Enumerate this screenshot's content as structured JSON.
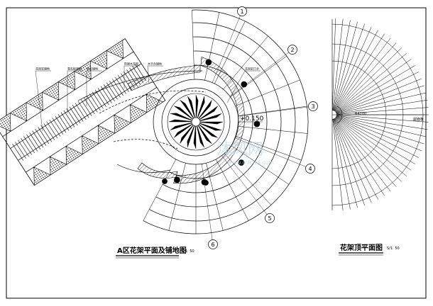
{
  "drawing": {
    "left_title": "A区花架平面及铺地图",
    "left_scale": "S/1: 50",
    "right_title": "花架顶平面图",
    "right_scale": "S/1: 50",
    "elevation_label": "+0.150",
    "watermark": "沐风网",
    "watermark_url": "www.mfcad.com",
    "axis_markers": [
      "1",
      "2",
      "3",
      "4",
      "5",
      "6"
    ],
    "callouts": [
      "花岗岩铺地",
      "青石板铺地",
      "卵石铺地",
      "防腐木花架",
      "木平台铺地",
      "花岗岩汀步"
    ],
    "right_dimension": "R4200",
    "right_note": "屋面板"
  },
  "colors": {
    "line": "#000000",
    "background": "#ffffff"
  }
}
